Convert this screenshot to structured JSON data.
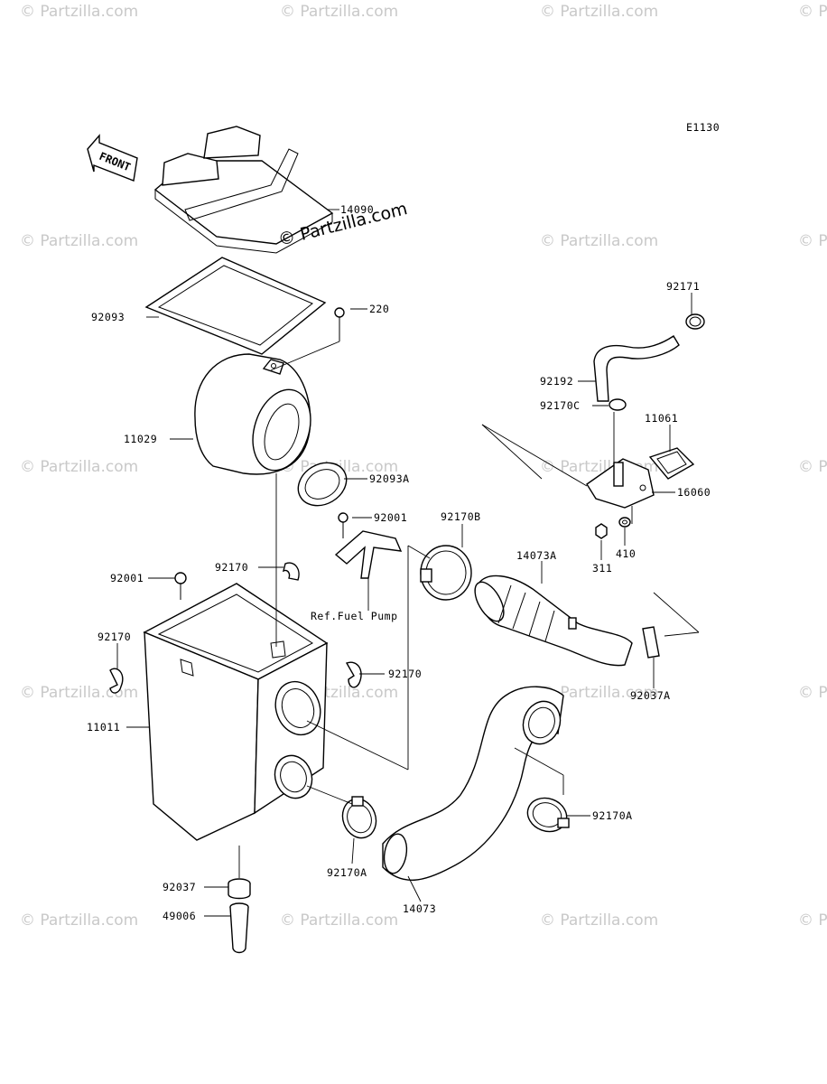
{
  "diagram_code": "E1130",
  "front_label": "FRONT",
  "watermark": "© Partzilla.com",
  "reference_note": "Ref.Fuel Pump",
  "parts": [
    {
      "id": "14090",
      "label": "14090"
    },
    {
      "id": "92093",
      "label": "92093"
    },
    {
      "id": "220",
      "label": "220"
    },
    {
      "id": "11029",
      "label": "11029"
    },
    {
      "id": "92093A",
      "label": "92093A"
    },
    {
      "id": "92001-bracket",
      "label": "92001"
    },
    {
      "id": "92170B",
      "label": "92170B"
    },
    {
      "id": "92170-top",
      "label": "92170"
    },
    {
      "id": "92001-box",
      "label": "92001"
    },
    {
      "id": "92170-left",
      "label": "92170"
    },
    {
      "id": "92170-right",
      "label": "92170"
    },
    {
      "id": "11011",
      "label": "11011"
    },
    {
      "id": "14073A",
      "label": "14073A"
    },
    {
      "id": "92037A",
      "label": "92037A"
    },
    {
      "id": "92171",
      "label": "92171"
    },
    {
      "id": "92192",
      "label": "92192"
    },
    {
      "id": "92170C",
      "label": "92170C"
    },
    {
      "id": "11061",
      "label": "11061"
    },
    {
      "id": "16060",
      "label": "16060"
    },
    {
      "id": "311",
      "label": "311"
    },
    {
      "id": "410",
      "label": "410"
    },
    {
      "id": "92170A-right",
      "label": "92170A"
    },
    {
      "id": "92170A-left",
      "label": "92170A"
    },
    {
      "id": "14073",
      "label": "14073"
    },
    {
      "id": "92037",
      "label": "92037"
    },
    {
      "id": "49006",
      "label": "49006"
    }
  ]
}
